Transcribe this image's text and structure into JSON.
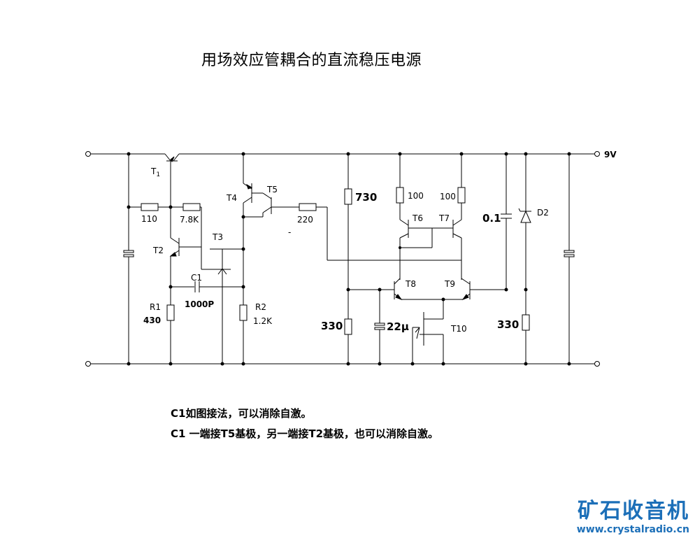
{
  "title": "用场效应管耦合的直流稳压电源",
  "labels": {
    "T1": "T",
    "T1_sub": "1",
    "T2": "T2",
    "T3": "T3",
    "T4": "T4",
    "T5": "T5",
    "T6": "T6",
    "T7": "T7",
    "T8": "T8",
    "T9": "T9",
    "T10": "T10",
    "D2": "D2",
    "R1": "R1",
    "R1_val": "430",
    "R2": "R2",
    "R2_val": "1.2K",
    "C1": "C1",
    "C1_val": "1000P",
    "res_110": "110",
    "res_7_8k": "7.8K",
    "res_220": "220",
    "res_730": "730",
    "res_100_a": "100",
    "res_100_b": "100",
    "res_330_a": "330",
    "res_330_b": "330",
    "cap_22u": "22μ",
    "cap_0_1": "0.1",
    "out_9v": "9V"
  },
  "notes": [
    "C1如图接法，可以消除自激。",
    "C1 一端接T5基极，另一端接T2基极，也可以消除自激。"
  ],
  "brand": {
    "name": "矿石收音机",
    "url": "www.crystalradio.cn"
  }
}
